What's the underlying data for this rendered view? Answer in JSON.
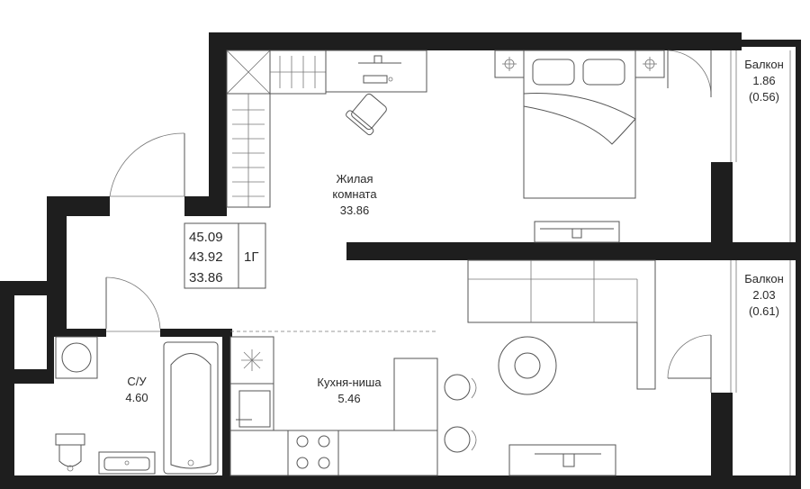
{
  "rooms": {
    "living": {
      "name_line1": "Жилая",
      "name_line2": "комната",
      "area": "33.86"
    },
    "kitchen": {
      "name": "Кухня-ниша",
      "area": "5.46"
    },
    "bathroom": {
      "name": "С/У",
      "area": "4.60"
    },
    "balcony_top": {
      "name": "Балкон",
      "area": "1.86",
      "area_reduced": "(0.56)"
    },
    "balcony_bottom": {
      "name": "Балкон",
      "area": "2.03",
      "area_reduced": "(0.61)"
    }
  },
  "summary": {
    "total_area": "45.09",
    "area_without_balconies": "43.92",
    "living_area": "33.86",
    "apartment_type": "1Г"
  },
  "colors": {
    "wall": "#1e1e1e",
    "furniture_stroke": "#555555",
    "text": "#2a2a2a"
  }
}
